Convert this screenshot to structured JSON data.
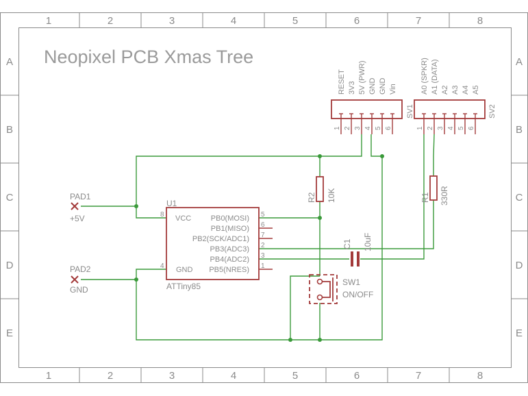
{
  "title": "Neopixel PCB Xmas Tree",
  "frame": {
    "columns": [
      "1",
      "2",
      "3",
      "4",
      "5",
      "6",
      "7",
      "8"
    ],
    "rows": [
      "A",
      "B",
      "C",
      "D",
      "E"
    ]
  },
  "pads": [
    {
      "name": "PAD1",
      "net": "+5V"
    },
    {
      "name": "PAD2",
      "net": "GND"
    }
  ],
  "u1": {
    "ref": "U1",
    "value": "ATTiny85",
    "left_pins": [
      {
        "num": "8",
        "name": "VCC"
      },
      {
        "num": "4",
        "name": "GND"
      }
    ],
    "right_pins": [
      {
        "num": "5",
        "name": "PB0(MOSI)"
      },
      {
        "num": "6",
        "name": "PB1(MISO)"
      },
      {
        "num": "7",
        "name": "PB2(SCK/ADC1)"
      },
      {
        "num": "2",
        "name": "PB3(ADC3)"
      },
      {
        "num": "3",
        "name": "PB4(ADC2)"
      },
      {
        "num": "1",
        "name": "PB5(NRES)"
      }
    ]
  },
  "sv1": {
    "ref": "SV1",
    "labels": [
      "RESET",
      "3V3",
      "5V (PWR)",
      "GND",
      "GND",
      "Vin"
    ],
    "pins": [
      "1",
      "2",
      "3",
      "4",
      "5",
      "6"
    ]
  },
  "sv2": {
    "ref": "SV2",
    "labels": [
      "A0 (SPKR)",
      "A1 (DATA)",
      "A2",
      "A3",
      "A4",
      "A5"
    ],
    "pins": [
      "1",
      "2",
      "3",
      "4",
      "5",
      "6"
    ]
  },
  "r1": {
    "ref": "R1",
    "value": "330R"
  },
  "r2": {
    "ref": "R2",
    "value": "10K"
  },
  "c1": {
    "ref": "C1",
    "value": "10uF"
  },
  "sw1": {
    "ref": "SW1",
    "value": "ON/OFF"
  },
  "colors": {
    "wire": "#3a9a3a",
    "part": "#a33a3a",
    "frame": "#8a8a8a"
  }
}
